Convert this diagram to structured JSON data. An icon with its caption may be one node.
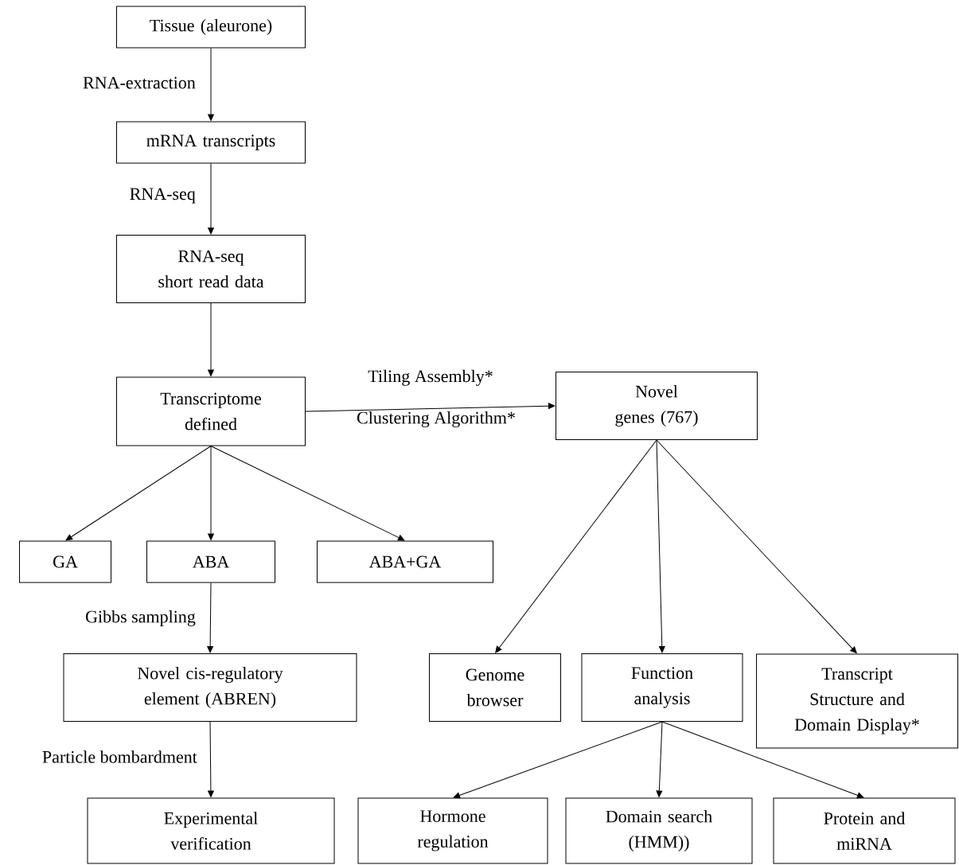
{
  "diagram": {
    "nodes": [
      {
        "text": [
          "Tissue (aleurone)"
        ]
      },
      {
        "text": [
          "mRNA transcripts"
        ]
      },
      {
        "text": [
          "RNA-seq short read data"
        ]
      },
      {
        "text": [
          "Transcriptome defined"
        ]
      },
      {
        "text": [
          "Novel genes (767)"
        ]
      },
      {
        "text": [
          "GA"
        ]
      },
      {
        "text": [
          "ABA"
        ]
      },
      {
        "text": [
          "ABA+GA"
        ]
      },
      {
        "text": [
          "Novel cis-regulatory element (ABREN)"
        ]
      },
      {
        "text": [
          "Experimental verification"
        ]
      },
      {
        "text": [
          "Genome browser"
        ]
      },
      {
        "text": [
          "Function analysis"
        ]
      },
      {
        "text": [
          "Transcript Structure and Domain Display*"
        ]
      },
      {
        "text": [
          "Hormone regulation"
        ]
      },
      {
        "text": [
          "Domain search (HMM))"
        ]
      },
      {
        "text": [
          "Protein and miRNA"
        ]
      }
    ],
    "edges": [
      {
        "from": 0,
        "to": 1,
        "arrow": "to",
        "label": "RNA-extraction"
      },
      {
        "from": 1,
        "to": 2,
        "arrow": "to",
        "label": "RNA-seq"
      },
      {
        "from": 2,
        "to": 3,
        "arrow": "to"
      },
      {
        "from": 3,
        "to": 4,
        "arrow": "to",
        "label": "Tiling Assembly*"
      },
      {
        "from": 3,
        "to": 5,
        "arrow": "to"
      },
      {
        "from": 3,
        "to": 6,
        "arrow": "to"
      },
      {
        "from": 3,
        "to": 7,
        "arrow": "to"
      },
      {
        "from": 6,
        "to": 8,
        "arrow": "to",
        "label": "Gibbs sampling"
      },
      {
        "from": 8,
        "to": 9,
        "arrow": "to",
        "label": "Particle bombardment"
      },
      {
        "from": 4,
        "to": 10,
        "arrow": "to"
      },
      {
        "from": 4,
        "to": 11,
        "arrow": "to"
      },
      {
        "from": 4,
        "to": 12,
        "arrow": "to"
      },
      {
        "from": 11,
        "to": 13,
        "arrow": "to"
      },
      {
        "from": 11,
        "to": 14,
        "arrow": "to"
      },
      {
        "from": 11,
        "to": 15,
        "arrow": "to"
      }
    ],
    "labels": [
      "Clustering Algorithm*"
    ]
  }
}
